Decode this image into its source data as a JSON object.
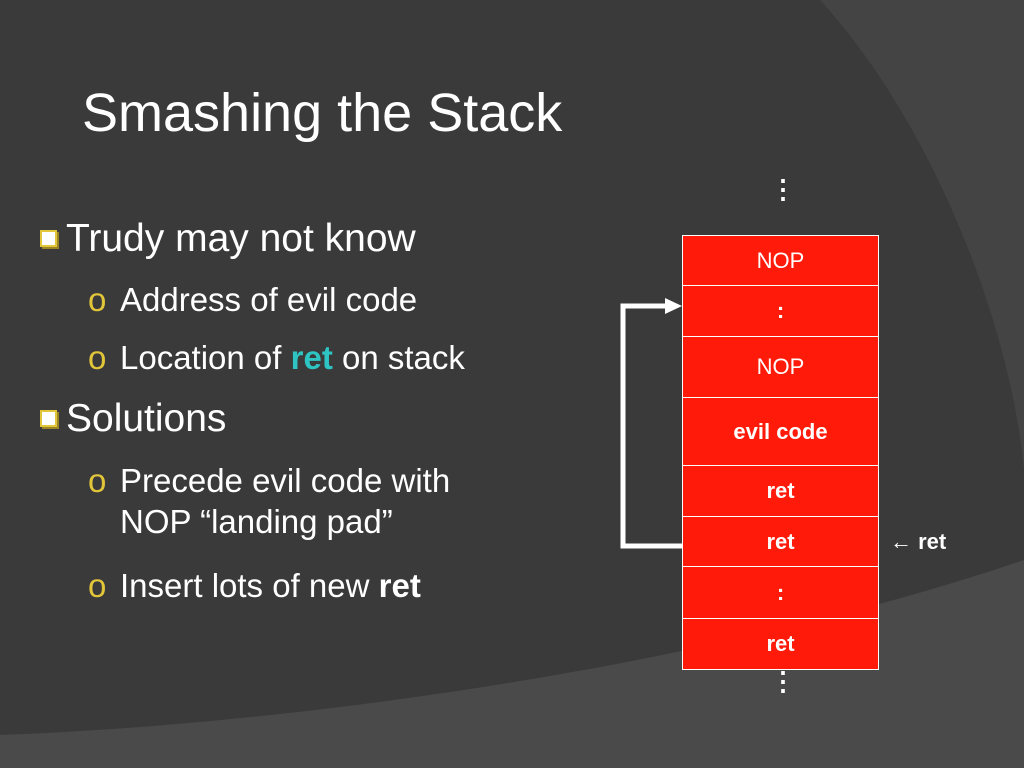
{
  "slide": {
    "title": "Smashing the Stack",
    "bullets": {
      "b1": "Trudy may not know",
      "b1_sub1": "Address of evil code",
      "b1_sub2_pre": "Location of ",
      "b1_sub2_hl": "ret",
      "b1_sub2_post": " on stack",
      "b2": "Solutions",
      "b2_sub1_line1": "Precede evil code with",
      "b2_sub1_line2": "NOP “landing pad”",
      "b2_sub2_pre": "Insert lots of new ",
      "b2_sub2_bold": "ret"
    },
    "sub_marker": "o",
    "stack_cells": [
      "NOP",
      ":",
      "NOP",
      "evil code",
      "ret",
      "ret",
      ":",
      "ret"
    ],
    "ret_pointer_label": "← ret",
    "ellipsis": "⋮",
    "colors": {
      "cell": "#ff1a0a",
      "bullet": "#e2c63a",
      "highlight": "#2ec4c4",
      "background": "#3a3a3a"
    }
  }
}
